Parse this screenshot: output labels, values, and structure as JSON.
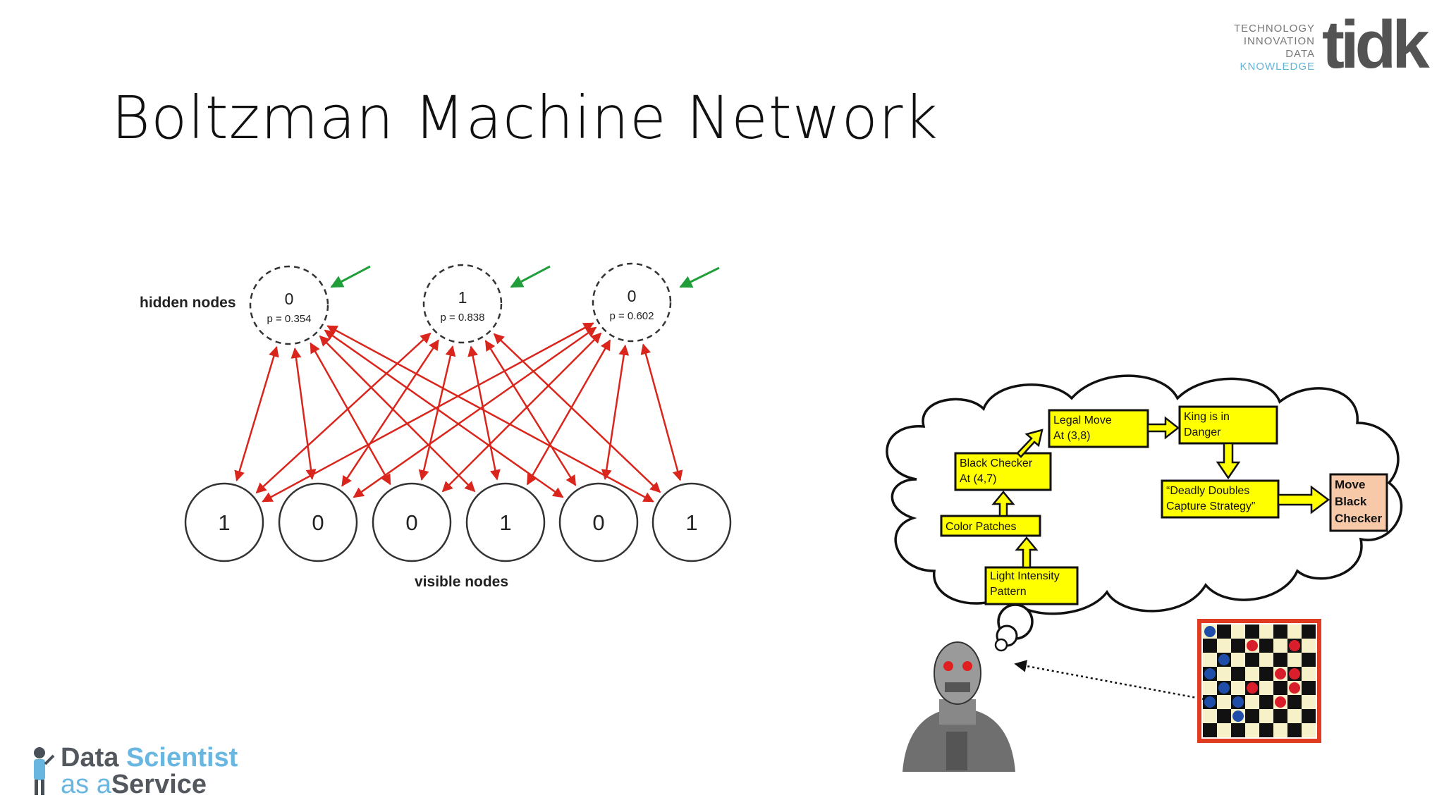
{
  "slide": {
    "title": "Boltzman Machine Network"
  },
  "logo_tidk": {
    "words": [
      "TECHNOLOGY",
      "INNOVATION",
      "DATA",
      "KNOWLEDGE"
    ],
    "mark": "tidk"
  },
  "logo_dsaas": {
    "line1a": "Data",
    "line1b": "Scientist",
    "line2a": "as a",
    "line2b": "Service"
  },
  "network": {
    "hidden_label": "hidden nodes",
    "visible_label": "visible nodes",
    "hidden": [
      {
        "value": "0",
        "p": "p = 0.354"
      },
      {
        "value": "1",
        "p": "p = 0.838"
      },
      {
        "value": "0",
        "p": "p = 0.602"
      }
    ],
    "visible": [
      "1",
      "0",
      "0",
      "1",
      "0",
      "1"
    ],
    "edge_color": "#d9251c",
    "pointer_color": "#1f9e3a"
  },
  "thought": {
    "boxes": {
      "light": [
        "Light Intensity",
        "Pattern"
      ],
      "color": [
        "Color Patches"
      ],
      "black": [
        "Black Checker",
        "At (4,7)"
      ],
      "legal": [
        "Legal Move",
        "At (3,8)"
      ],
      "king": [
        "King is in",
        "Danger"
      ],
      "deadly": [
        "“Deadly Doubles",
        "Capture Strategy”"
      ],
      "move": [
        "Move",
        "Black",
        "Checker"
      ]
    },
    "box_color": "#ffff00",
    "move_color": "#f7c9a8"
  }
}
